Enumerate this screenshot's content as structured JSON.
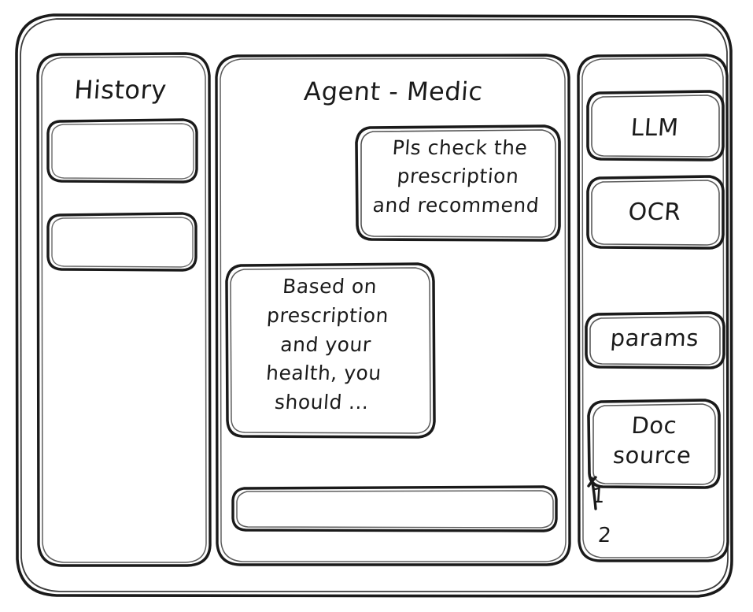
{
  "window": {
    "name": "agent-medic-wireframe"
  },
  "sidebar": {
    "title": "History",
    "items": [
      {
        "name": "history-item-1",
        "label": ""
      },
      {
        "name": "history-item-2",
        "label": ""
      }
    ]
  },
  "main": {
    "title": "Agent - Medic",
    "messages": [
      {
        "role": "user",
        "name": "user-message-bubble",
        "text": "Pls check the\nprescription\nand recommend"
      },
      {
        "role": "assistant",
        "name": "assistant-message-bubble",
        "text": "Based on\nprescription\nand your\nhealth, you\nshould ..."
      }
    ],
    "composer": {
      "value": "",
      "placeholder": ""
    }
  },
  "tools_panel": {
    "buttons": [
      {
        "name": "llm-button",
        "label": "LLM"
      },
      {
        "name": "ocr-button",
        "label": "OCR"
      },
      {
        "name": "params-button",
        "label": "params"
      },
      {
        "name": "doc-source-button",
        "label": "Doc\nsource"
      }
    ],
    "doc_list": [
      {
        "label": "1"
      },
      {
        "label": "2"
      }
    ]
  },
  "colors": {
    "ink": "#1a1a1a",
    "paper": "#ffffff"
  }
}
